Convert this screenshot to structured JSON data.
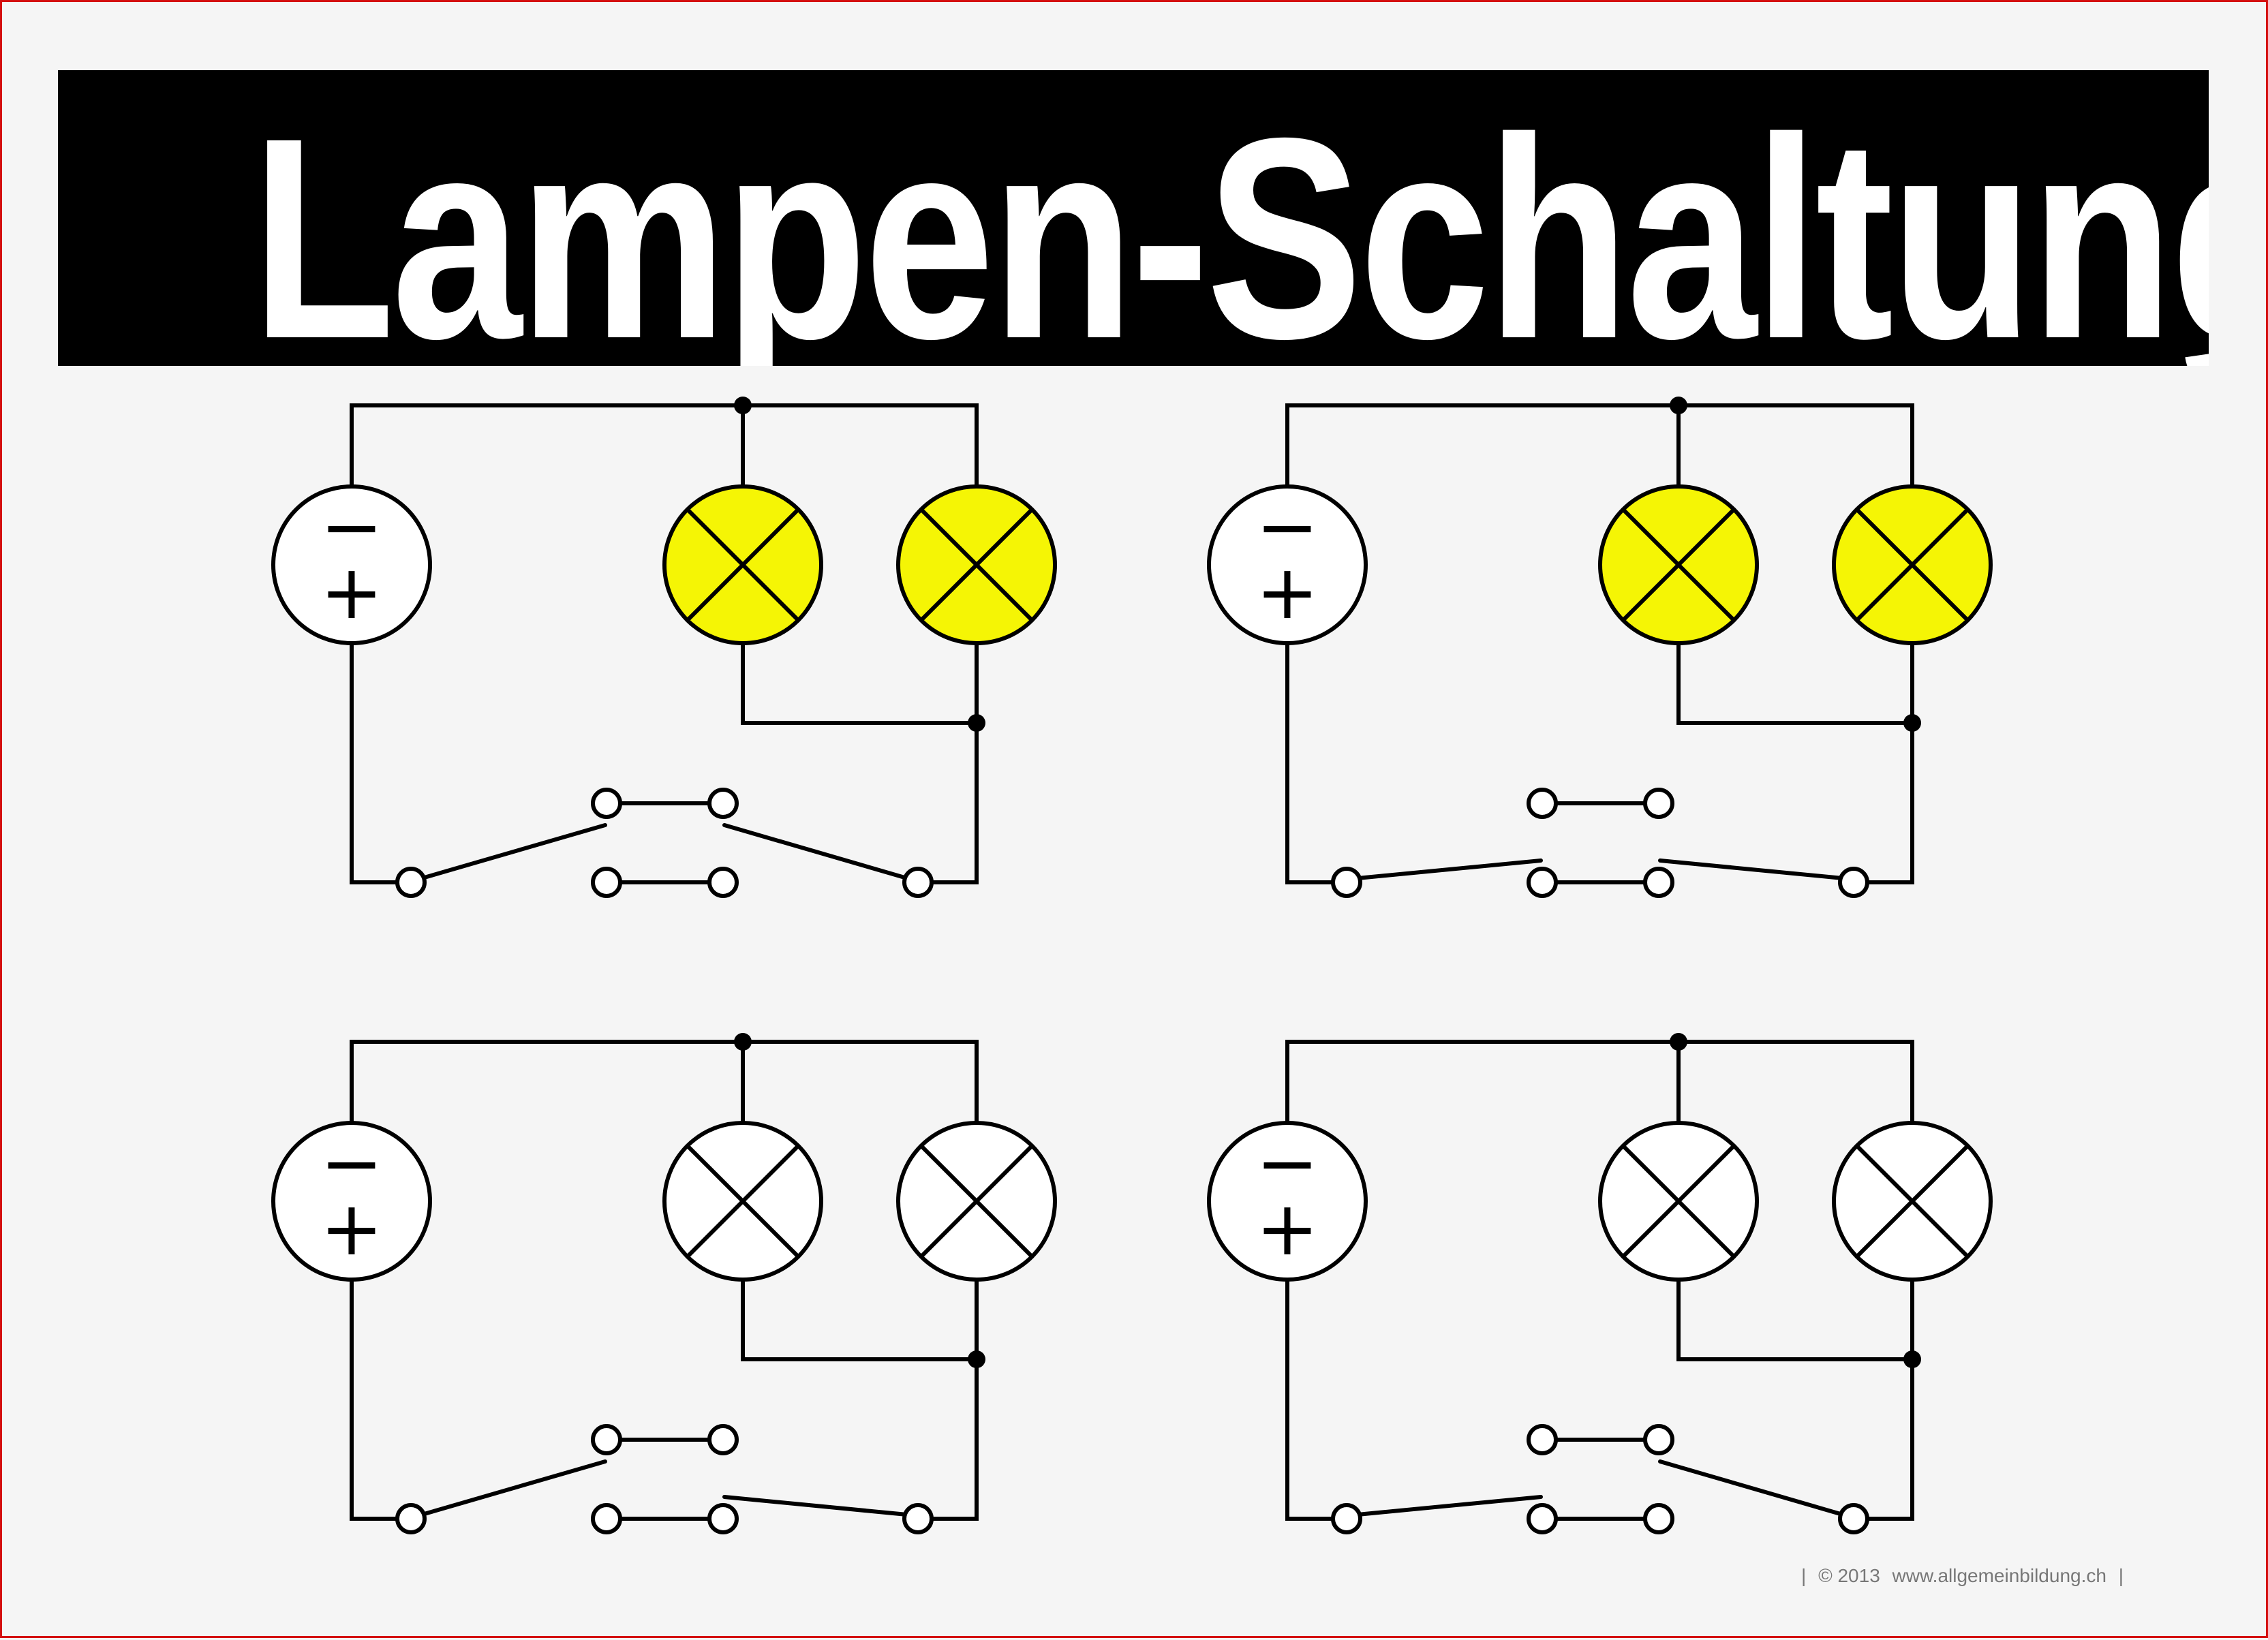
{
  "title": "Lampen-Schaltung",
  "footer": {
    "sep_left": "|",
    "copyright": "© 2013",
    "url": "www.allgemeinbildung.ch",
    "sep_right": "|"
  },
  "battery": {
    "minus": "−",
    "plus": "+"
  },
  "colors": {
    "lamp_on": "#f5f505",
    "lamp_off": "#ffffff",
    "wire": "#000000",
    "title_bg": "#000000",
    "title_fg": "#ffffff",
    "border": "#d41010"
  },
  "circuits": [
    {
      "id": "top-left",
      "lamps_on": true,
      "left_switch": "upper",
      "right_switch": "upper"
    },
    {
      "id": "top-right",
      "lamps_on": true,
      "left_switch": "lower",
      "right_switch": "lower"
    },
    {
      "id": "bottom-left",
      "lamps_on": false,
      "left_switch": "upper",
      "right_switch": "lower"
    },
    {
      "id": "bottom-right",
      "lamps_on": false,
      "left_switch": "lower",
      "right_switch": "upper"
    }
  ]
}
